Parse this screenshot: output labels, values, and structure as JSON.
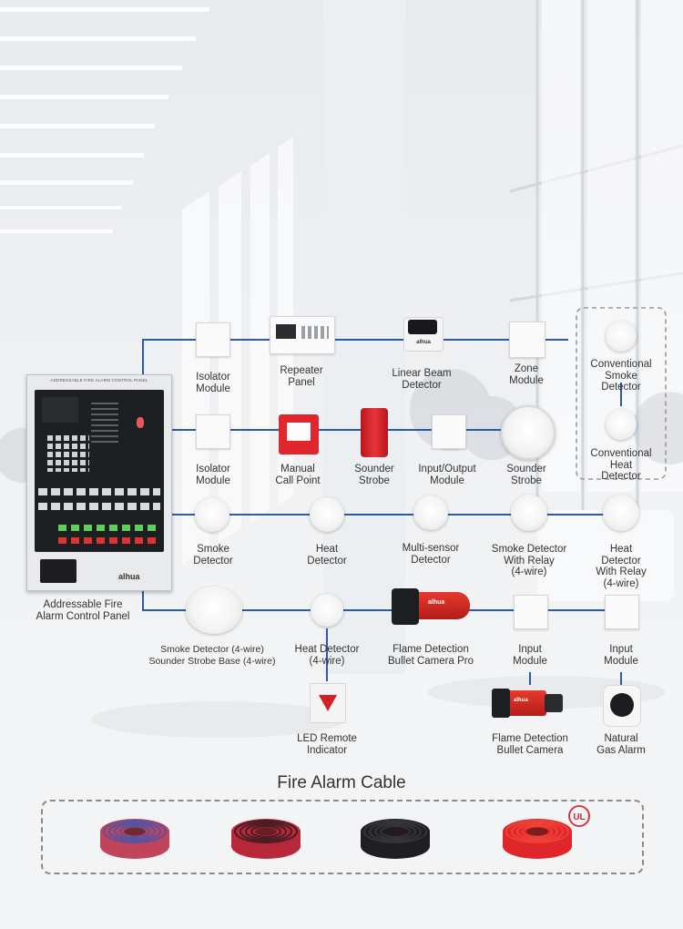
{
  "panel": {
    "header_text": "ADDRESSABLE FIRE ALARM CONTROL PANEL",
    "brand": "alhua",
    "label": "Addressable Fire\nAlarm Control Panel"
  },
  "rows": {
    "row1": [
      {
        "id": "isolator-module-1",
        "label": "Isolator\nModule"
      },
      {
        "id": "repeater-panel",
        "label": "Repeater\nPanel"
      },
      {
        "id": "linear-beam-detector",
        "label": "Linear Beam\nDetector",
        "brand": "alhua"
      },
      {
        "id": "zone-module",
        "label": "Zone\nModule"
      },
      {
        "id": "conventional-smoke-detector",
        "label": "Conventional\nSmoke Detector"
      }
    ],
    "row2": [
      {
        "id": "isolator-module-2",
        "label": "Isolator\nModule"
      },
      {
        "id": "manual-call-point",
        "label": "Manual\nCall Point"
      },
      {
        "id": "sounder-strobe-red",
        "label": "Sounder\nStrobe"
      },
      {
        "id": "input-output-module",
        "label": "Input/Output\nModule"
      },
      {
        "id": "sounder-strobe-white",
        "label": "Sounder\nStrobe"
      },
      {
        "id": "conventional-heat-detector",
        "label": "Conventional\nHeat Detector"
      }
    ],
    "row3": [
      {
        "id": "smoke-detector",
        "label": "Smoke\nDetector"
      },
      {
        "id": "heat-detector",
        "label": "Heat\nDetector"
      },
      {
        "id": "multi-sensor-detector",
        "label": "Multi-sensor\nDetector"
      },
      {
        "id": "smoke-detector-relay",
        "label": "Smoke Detector\nWith Relay\n(4-wire)"
      },
      {
        "id": "heat-detector-relay",
        "label": "Heat Detector\nWith Relay\n(4-wire)"
      }
    ],
    "row4": [
      {
        "id": "smoke-detector-4wire",
        "label": "Smoke Detector (4-wire)\nSounder Strobe Base (4-wire)"
      },
      {
        "id": "heat-detector-4wire",
        "label": "Heat Detector\n(4-wire)"
      },
      {
        "id": "flame-camera-pro",
        "label": "Flame Detection\nBullet Camera Pro",
        "brand": "alhua"
      },
      {
        "id": "input-module-1",
        "label": "Input\nModule"
      },
      {
        "id": "input-module-2",
        "label": "Input\nModule"
      }
    ],
    "row5": [
      {
        "id": "led-remote-indicator",
        "label": "LED Remote\nIndicator"
      },
      {
        "id": "flame-camera",
        "label": "Flame Detection\nBullet Camera",
        "brand": "alhua"
      },
      {
        "id": "natural-gas-alarm",
        "label": "Natural\nGas Alarm"
      }
    ]
  },
  "cable": {
    "title": "Fire Alarm Cable",
    "ul_mark": "UL",
    "rolls": [
      {
        "id": "cable-blue-red",
        "color": "#c0445a",
        "stripe": "#3b57b4"
      },
      {
        "id": "cable-red-black",
        "color": "#b7283a",
        "stripe": "#2a1a1c"
      },
      {
        "id": "cable-black",
        "color": "#1f1f22",
        "stripe": "#3a3a40"
      },
      {
        "id": "cable-red",
        "color": "#e0262a",
        "stripe": "#f04a3c"
      }
    ]
  },
  "colors": {
    "wire": "#2d5aa6",
    "dahua_red": "#d81e28"
  }
}
